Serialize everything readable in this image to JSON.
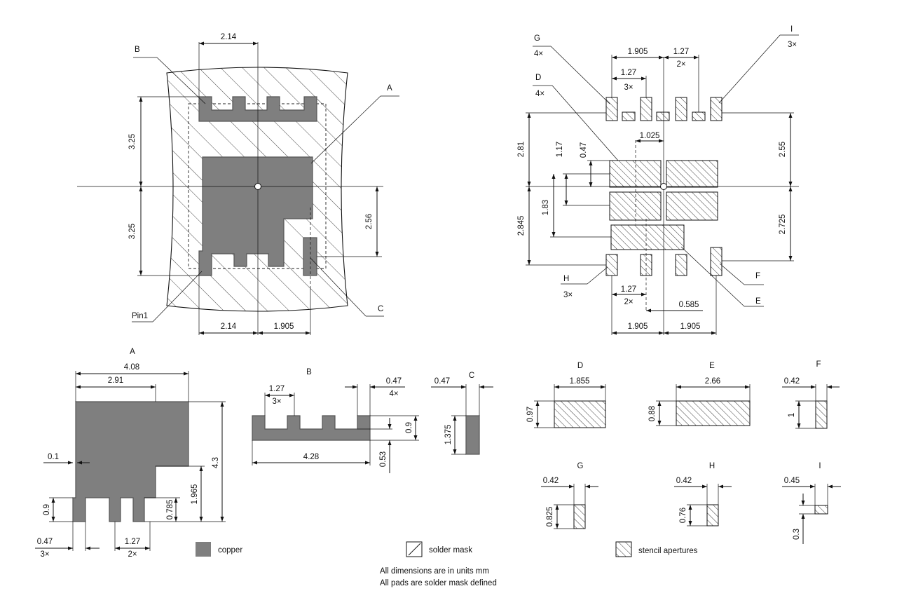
{
  "diagram": {
    "top_left": {
      "callouts": {
        "B": "B",
        "A": "A",
        "C": "C",
        "pin1": "Pin1"
      },
      "dims": {
        "top": "2.14",
        "left_upper": "3.25",
        "left_lower": "3.25",
        "right": "2.56",
        "bottom_left": "2.14",
        "bottom_right": "1.905"
      }
    },
    "top_right": {
      "callouts": {
        "G": "G",
        "G_count": "4×",
        "D": "D",
        "D_count": "4×",
        "I": "I",
        "I_count": "3×",
        "H": "H",
        "H_count": "3×",
        "F": "F",
        "E": "E"
      },
      "dims": {
        "top_1905": "1.905",
        "top_127": "1.27",
        "top_127_count": "2×",
        "mid_127": "1.27",
        "mid_127_count": "3×",
        "d1025": "1.025",
        "d281": "2.81",
        "d117": "1.17",
        "d047": "0.47",
        "d255": "2.55",
        "d183": "1.83",
        "d2845": "2.845",
        "d2725": "2.725",
        "bot_127": "1.27",
        "bot_127_count": "2×",
        "d0585": "0.585",
        "bot_1905_left": "1.905",
        "bot_1905_right": "1.905"
      }
    },
    "detail_A": {
      "label": "A",
      "w408": "4.08",
      "w291": "2.91",
      "d01": "0.1",
      "d09": "0.9",
      "d047": "0.47",
      "d047_count": "3×",
      "d127": "1.27",
      "d127_count": "2×",
      "d0785": "0.785",
      "d1965": "1.965",
      "d43": "4.3"
    },
    "detail_B": {
      "label": "B",
      "d127": "1.27",
      "d127_count": "3×",
      "d047": "0.47",
      "d047_count": "4×",
      "d09": "0.9",
      "d053": "0.53",
      "d428": "4.28"
    },
    "detail_C": {
      "label": "C",
      "d047": "0.47",
      "d1375": "1.375"
    },
    "detail_D": {
      "label": "D",
      "w": "1.855",
      "h": "0.97"
    },
    "detail_E": {
      "label": "E",
      "w": "2.66",
      "h": "0.88"
    },
    "detail_F": {
      "label": "F",
      "w": "0.42",
      "h": "1"
    },
    "detail_G": {
      "label": "G",
      "w": "0.42",
      "h": "0.825"
    },
    "detail_H": {
      "label": "H",
      "w": "0.42",
      "h": "0.76"
    },
    "detail_I": {
      "label": "I",
      "w": "0.45",
      "h": "0.3"
    },
    "legend": {
      "copper": "copper",
      "solder_mask": "solder mask",
      "stencil": "stencil apertures"
    },
    "notes": [
      "All dimensions are in units mm",
      "All pads are solder mask defined"
    ]
  }
}
